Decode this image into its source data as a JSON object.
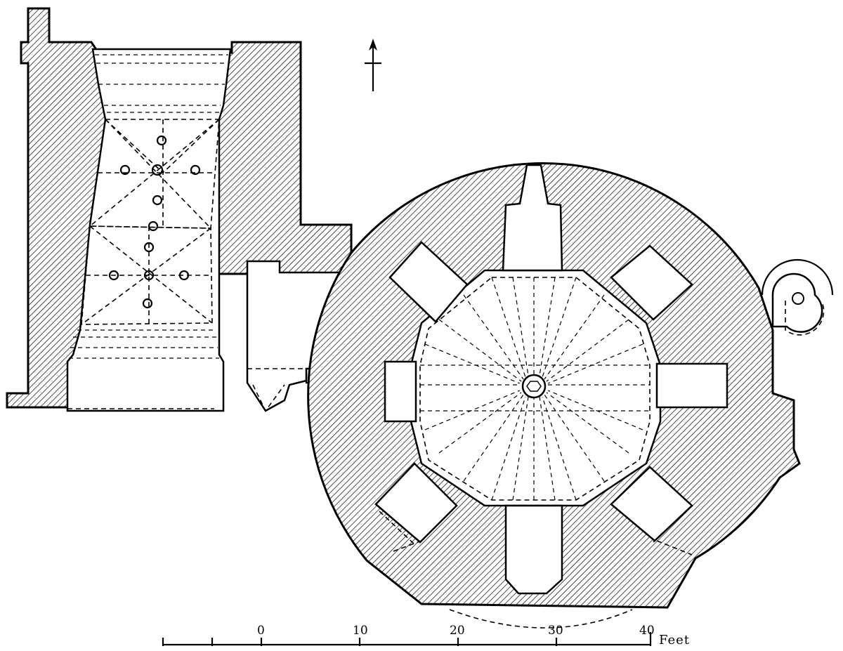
{
  "diagram": {
    "kind": "architectural-floor-plan",
    "north_arrow": "north-arrow",
    "scale_bar": {
      "ticks": [
        "0",
        "10",
        "20",
        "30",
        "40"
      ],
      "unit": "Feet"
    }
  }
}
